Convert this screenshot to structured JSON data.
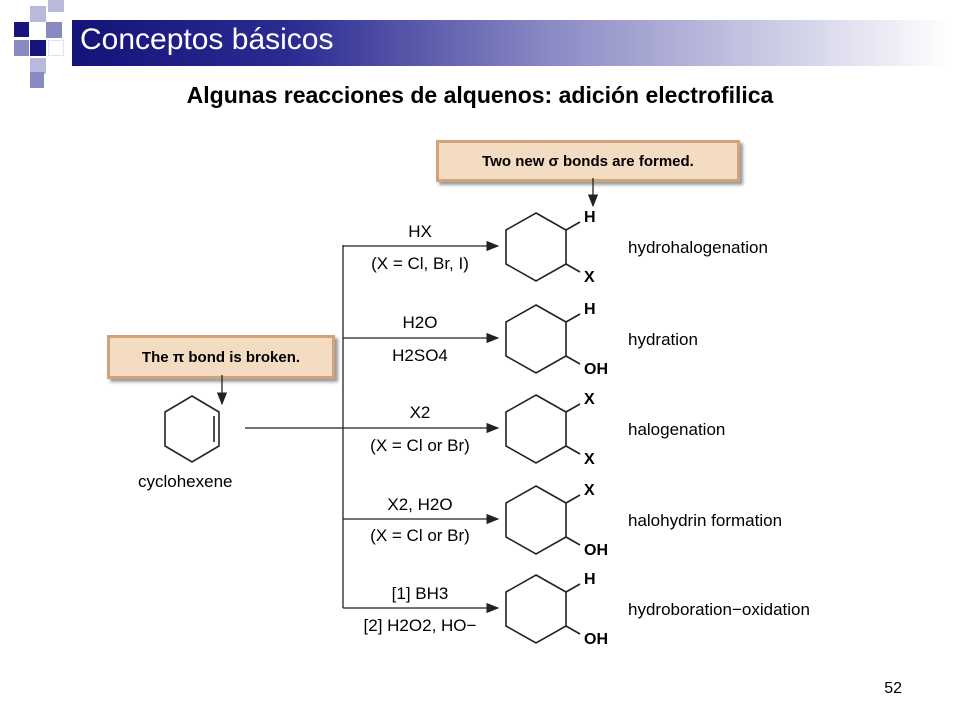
{
  "header": {
    "title": "Conceptos básicos",
    "subtitle": "Algunas reacciones de alquenos: adición electrofilica",
    "page_number": "52"
  },
  "callouts": {
    "top": "Two new σ bonds are formed.",
    "left": "The π bond is broken."
  },
  "starting_material": "cyclohexene",
  "reactions": [
    {
      "reagent_top": "HX",
      "reagent_bottom": "(X = Cl, Br, I)",
      "name": "hydrohalogenation",
      "sub_top": "H",
      "sub_bottom": "X"
    },
    {
      "reagent_top": "H2O",
      "reagent_bottom": "H2SO4",
      "name": "hydration",
      "sub_top": "H",
      "sub_bottom": "OH"
    },
    {
      "reagent_top": "X2",
      "reagent_bottom": "(X = Cl or Br)",
      "name": "halogenation",
      "sub_top": "X",
      "sub_bottom": "X"
    },
    {
      "reagent_top": "X2, H2O",
      "reagent_bottom": "(X = Cl or Br)",
      "name": "halohydrin formation",
      "sub_top": "X",
      "sub_bottom": "OH"
    },
    {
      "reagent_top": "[1] BH3",
      "reagent_bottom": "[2] H2O2, HO−",
      "name": "hydroboration−oxidation",
      "sub_top": "H",
      "sub_bottom": "OH"
    }
  ],
  "colors": {
    "title_bar_dark": "#13137a",
    "callout_fill": "#f4dcc3",
    "callout_border": "#cfa47c"
  }
}
